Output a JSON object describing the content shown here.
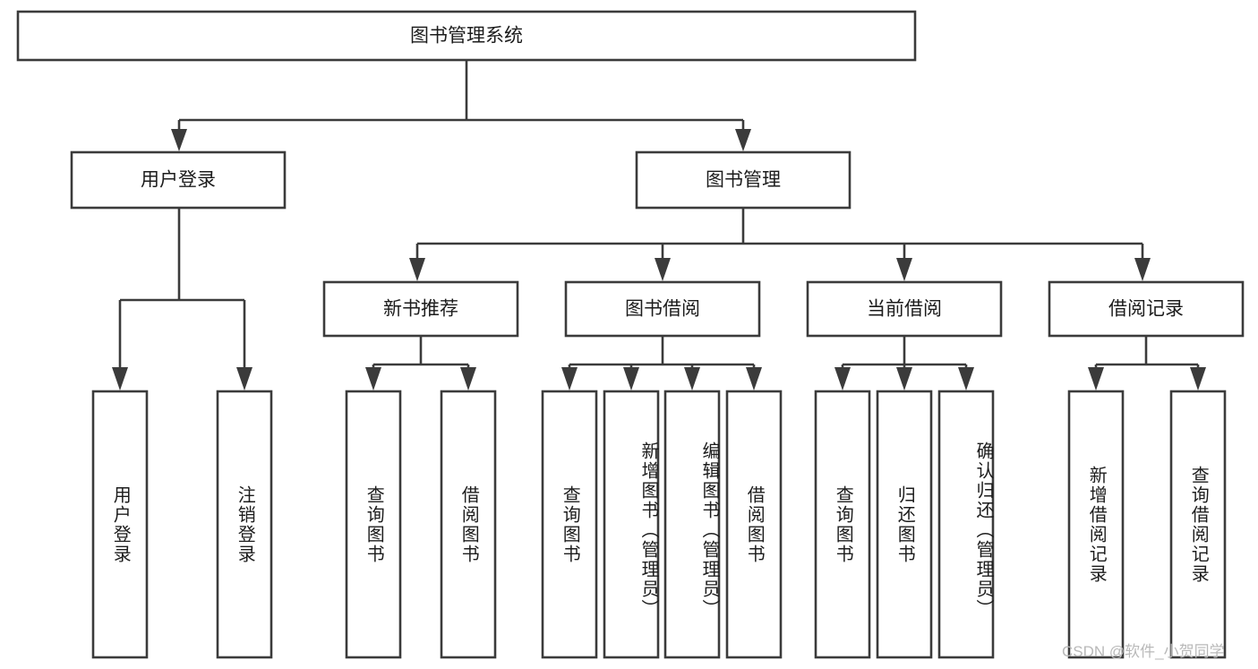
{
  "diagram": {
    "type": "tree",
    "title": "图书管理系统",
    "watermark": "CSDN @软件_小贺同学",
    "colors": {
      "box_stroke": "#3b3b3b",
      "box_fill": "#ffffff",
      "text": "#1c1c1c",
      "background": "#ffffff",
      "watermark": "#b9b9b9"
    },
    "root": {
      "label": "图书管理系统"
    },
    "level1": [
      {
        "label": "用户登录"
      },
      {
        "label": "图书管理"
      }
    ],
    "level2": [
      {
        "label": "新书推荐"
      },
      {
        "label": "图书借阅"
      },
      {
        "label": "当前借阅"
      },
      {
        "label": "借阅记录"
      }
    ],
    "leaves": {
      "user_login": [
        {
          "label": "用户登录"
        },
        {
          "label": "注销登录"
        }
      ],
      "new_book_recommend": [
        {
          "label": "查询图书"
        },
        {
          "label": "借阅图书"
        }
      ],
      "book_borrow": [
        {
          "label": "查询图书"
        },
        {
          "label": "新增图书（管理员）"
        },
        {
          "label": "编辑图书（管理员）"
        },
        {
          "label": "借阅图书"
        }
      ],
      "current_borrow": [
        {
          "label": "查询图书"
        },
        {
          "label": "归还图书"
        },
        {
          "label": "确认归还（管理员）"
        }
      ],
      "borrow_record": [
        {
          "label": "新增借阅记录"
        },
        {
          "label": "查询借阅记录"
        }
      ]
    }
  }
}
